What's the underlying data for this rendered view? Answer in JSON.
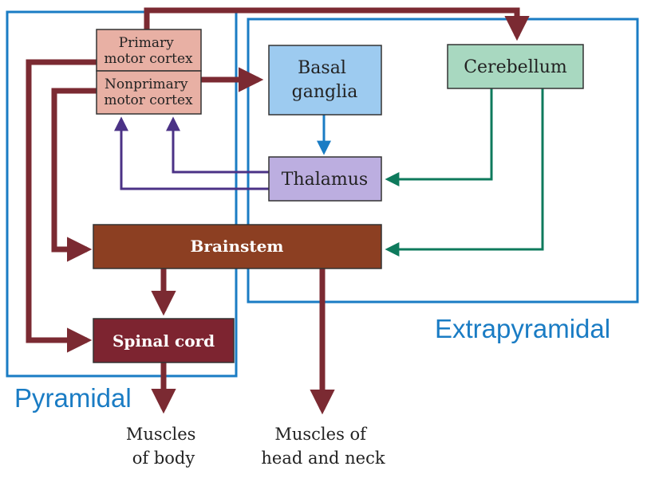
{
  "nodes": {
    "primary_motor_cortex": {
      "lines": [
        "Primary",
        "motor cortex"
      ],
      "fill": "#e8b0a4"
    },
    "nonprimary_motor_cortex": {
      "lines": [
        "Nonprimary",
        "motor cortex"
      ],
      "fill": "#e8b0a4"
    },
    "basal_ganglia": {
      "lines": [
        "Basal",
        "ganglia"
      ],
      "fill": "#9dcbf0"
    },
    "cerebellum": {
      "lines": [
        "Cerebellum"
      ],
      "fill": "#a8d8c0"
    },
    "thalamus": {
      "lines": [
        "Thalamus"
      ],
      "fill": "#bcaee0"
    },
    "brainstem": {
      "lines": [
        "Brainstem"
      ],
      "fill": "#8c3f22"
    },
    "spinal_cord": {
      "lines": [
        "Spinal cord"
      ],
      "fill": "#7d2430"
    }
  },
  "outputs": {
    "muscles_body": [
      "Muscles",
      "of body"
    ],
    "muscles_head_neck": [
      "Muscles of",
      "head and neck"
    ]
  },
  "regions": {
    "pyramidal": "Pyramidal",
    "extrapyramidal": "Extrapyramidal"
  },
  "colors": {
    "cortical_pathway": "#7b2a32",
    "thalamic_feedback": "#4b3286",
    "cerebellar_pathway": "#0e7a5c",
    "basal_to_thalamus": "#1a7cc4",
    "region_outline": "#1a7cc4"
  }
}
